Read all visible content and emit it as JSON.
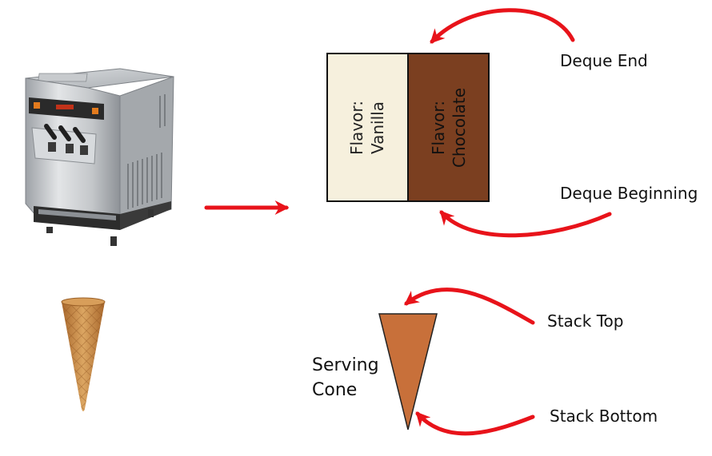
{
  "labels": {
    "deque_end": "Deque End",
    "deque_beginning": "Deque Beginning",
    "stack_top": "Stack Top",
    "stack_bottom": "Stack Bottom",
    "serving_line1": "Serving",
    "serving_line2": "Cone"
  },
  "deque_cells": [
    {
      "line1": "Flavor:",
      "line2": "Vanilla",
      "fill": "#f6f0dd",
      "text_color": "#222222"
    },
    {
      "line1": "Flavor:",
      "line2": "Chocolate",
      "fill": "#7b3f20",
      "text_color": "#111111"
    }
  ],
  "colors": {
    "arrow": "#e8131a",
    "stack_cone_fill": "#c8703a",
    "machine_body": "#b9bcc0",
    "waffle_cone": "#c98b45"
  },
  "icons": {
    "machine": "soft-serve-machine-icon",
    "cone": "waffle-cone-icon"
  }
}
